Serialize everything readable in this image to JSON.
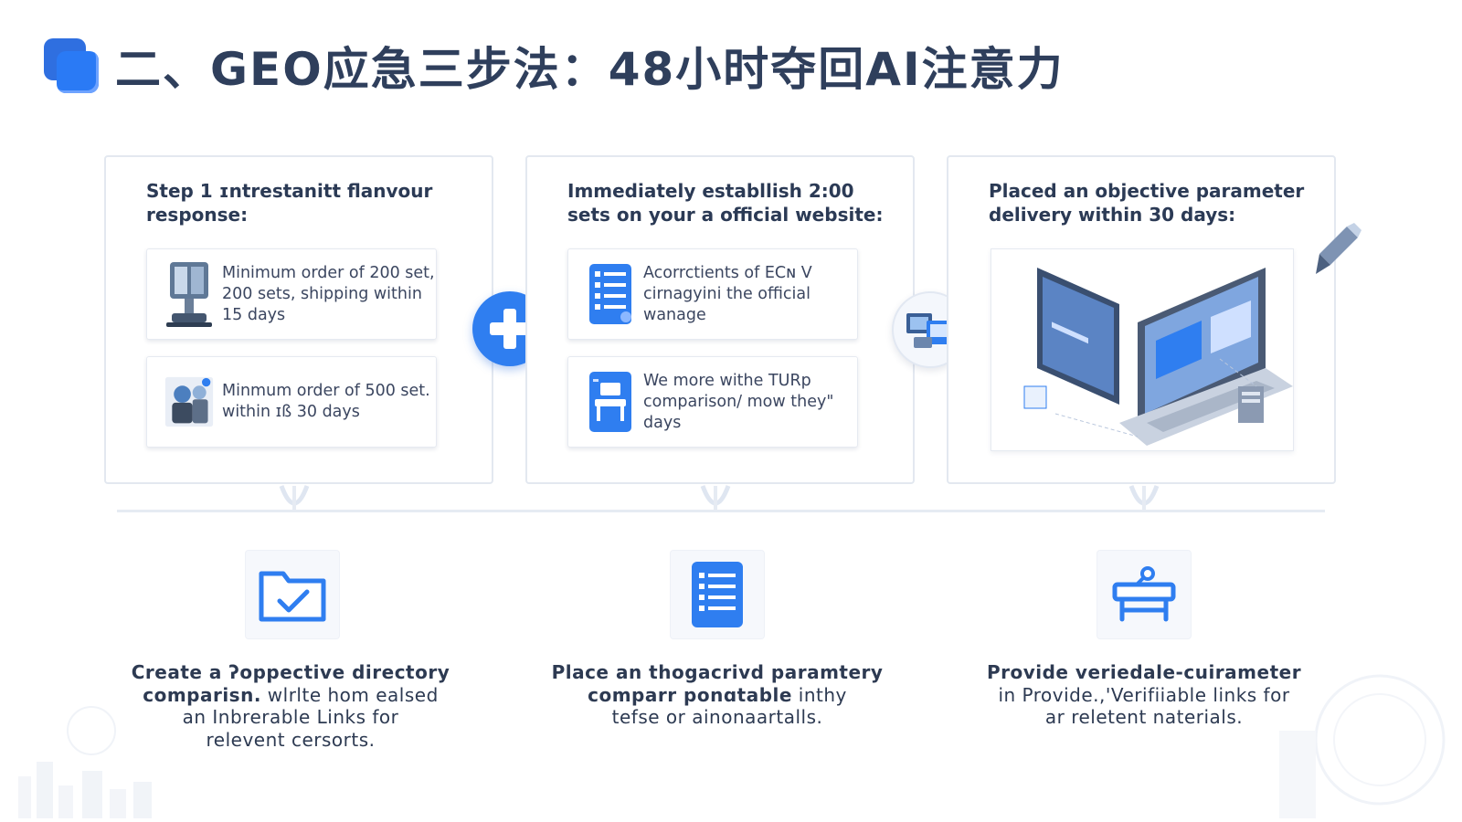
{
  "header": {
    "title": "二、GEO应急三步法：48小时夺回AI注意力"
  },
  "cards": [
    {
      "heading": "Step 1 ɪntrestanitt flanvour response:",
      "items": [
        {
          "icon": "kiosk-machine-icon",
          "text": "Minimum order of 200 set, 200 sets, shipping within 15 days"
        },
        {
          "icon": "delivery-team-icon",
          "text": "Minmum order of 500 set. within ɪß 30 days"
        }
      ]
    },
    {
      "heading": "Immediately establlish 2:00 sets on your a official website:",
      "items": [
        {
          "icon": "document-list-icon",
          "text": "Acorrctients of ECɴ V cirnagyini the official wanage"
        },
        {
          "icon": "workstation-icon",
          "text": "We more withe TꓴRp comparison/ mow they\" days"
        }
      ]
    },
    {
      "heading": "Placed an objective parameter delivery within 30 days:",
      "illustration": "isometric-laptop-dashboard"
    }
  ],
  "features": [
    {
      "icon": "folder-check-icon",
      "bold": "Create a ʔoppective directory",
      "bold2": "comparisn.",
      "lines": [
        " wlrlte hom ealsed",
        "an Inbrerable Links for",
        "relevent cersorts."
      ]
    },
    {
      "icon": "document-list-icon",
      "bold": "Place an thogacrivd paramtery",
      "bold2": "comparr ponɑtable",
      "lines": [
        " inthy",
        "tefse or ainonaartalls."
      ]
    },
    {
      "icon": "desk-workstation-icon",
      "bold": "Provide veriedale-cuirameter",
      "bold2": "",
      "lines": [
        "in Provide.,'Verifiiable links for",
        "ar reletent naterials."
      ]
    }
  ],
  "colors": {
    "accent_blue": "#2f7ef0",
    "title_text": "#2f3f5c",
    "card_border": "#e3e8f0"
  }
}
